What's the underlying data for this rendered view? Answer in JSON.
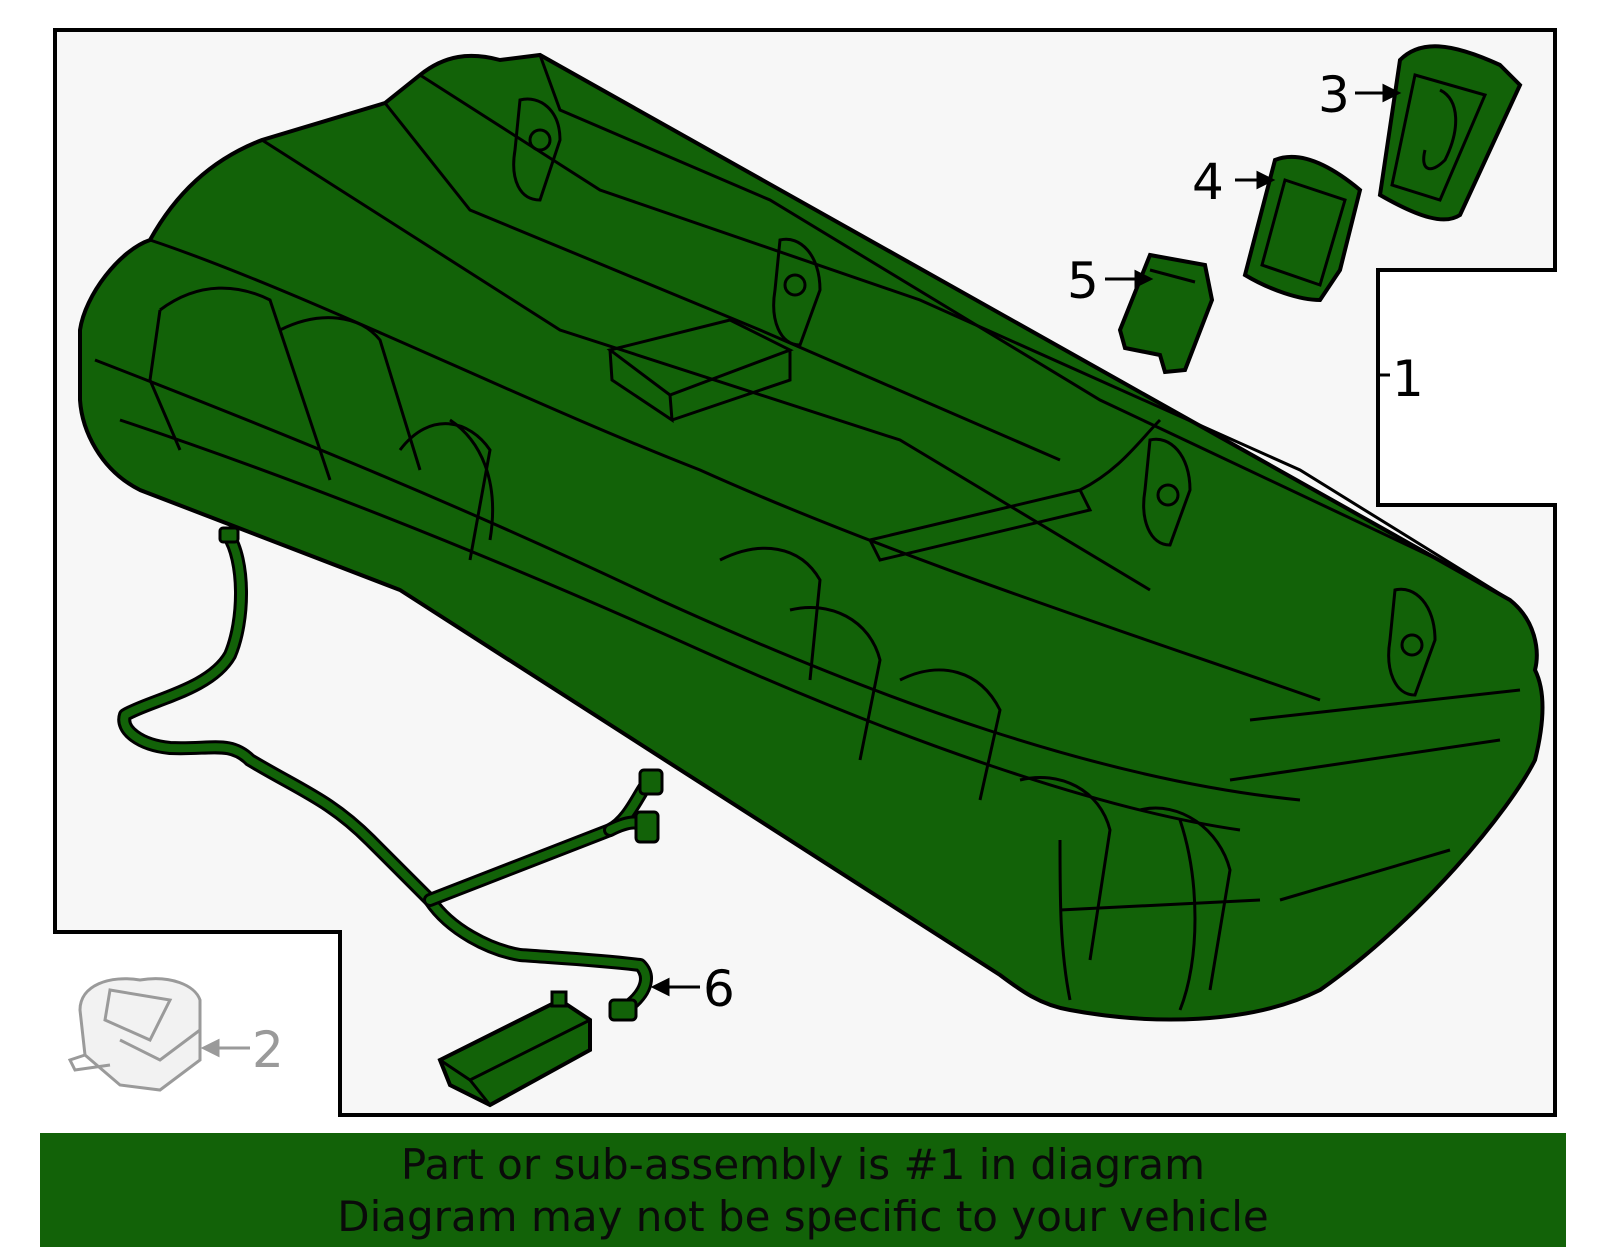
{
  "colors": {
    "part_fill": "#126208",
    "outline": "#000000",
    "ghost_part": "#9a9a9a",
    "panel_background": "#f7f7f7",
    "banner_background": "#126208"
  },
  "callouts": {
    "c1": "1",
    "c2": "2",
    "c3": "3",
    "c4": "4",
    "c5": "5",
    "c6": "6"
  },
  "banner": {
    "line1": "Part or sub-assembly is #1 in diagram",
    "line2": "Diagram may not be specific to your vehicle"
  }
}
